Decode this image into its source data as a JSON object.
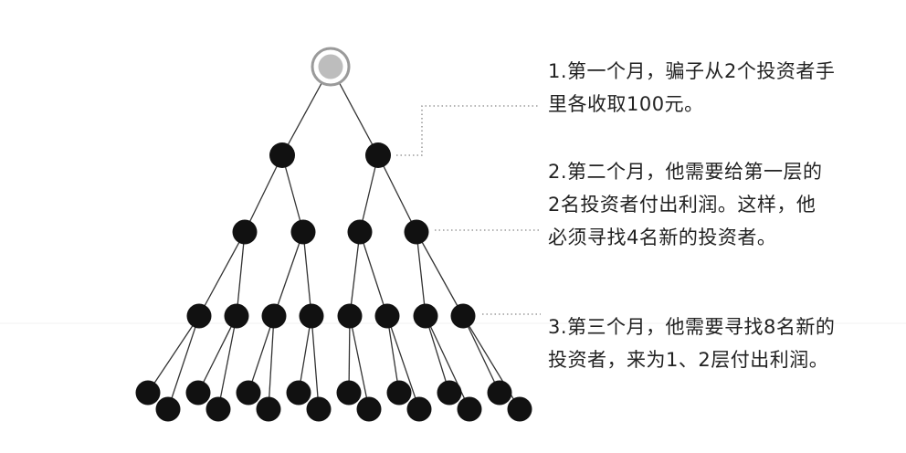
{
  "notes": [
    "1.第一个月，骗子从2个投资者手\n里各收取100元。",
    "2.第二个月，他需要给第一层的\n2名投资者付出利润。这样，他\n必须寻找4名新的投资者。",
    "3.第三个月，他需要寻找8名新的\n投资者，来为1、2层付出利润。"
  ],
  "colors": {
    "node": "#111111",
    "root_fill": "#bdbdbd",
    "root_ring": "#9a9a9a",
    "edge": "#333333",
    "dotted": "#888888",
    "text": "#222222"
  },
  "levels": [
    {
      "name": "scammer",
      "count": 1
    },
    {
      "name": "month-1-investors",
      "count": 2
    },
    {
      "name": "month-2-investors",
      "count": 4
    },
    {
      "name": "month-3-investors",
      "count": 8
    },
    {
      "name": "month-4-investors",
      "count": 16
    }
  ]
}
